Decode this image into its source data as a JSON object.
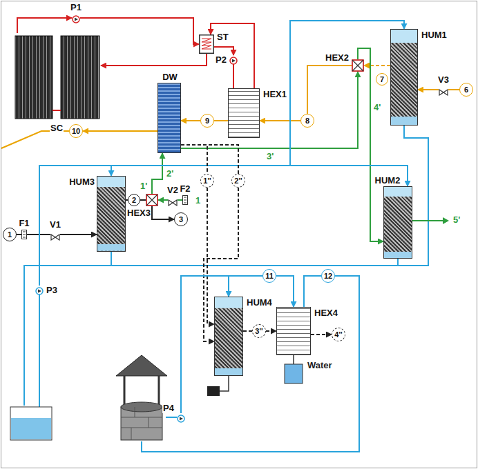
{
  "diagram": {
    "nodes": [
      {
        "text": [
          "P1"
        ]
      },
      {
        "text": [
          "SC"
        ]
      },
      {
        "text": [
          "ST"
        ]
      },
      {
        "text": [
          "P2"
        ]
      },
      {
        "text": [
          "HEX1"
        ]
      },
      {
        "text": [
          "HEX2"
        ]
      },
      {
        "text": [
          "7"
        ]
      },
      {
        "text": [
          "HUM1"
        ]
      },
      {
        "text": [
          "V3"
        ]
      },
      {
        "text": [
          "6"
        ]
      },
      {
        "text": [
          "9"
        ]
      },
      {
        "text": [
          "8"
        ]
      },
      {
        "text": [
          "DW"
        ]
      },
      {
        "text": [
          "10"
        ]
      },
      {
        "text": [
          "HUM3"
        ]
      },
      {
        "text": [
          "HUM2"
        ]
      },
      {
        "text": [
          "1"
        ]
      },
      {
        "text": [
          "F1"
        ]
      },
      {
        "text": [
          "V1"
        ]
      },
      {
        "text": [
          "2"
        ]
      },
      {
        "text": [
          "HEX3"
        ]
      },
      {
        "text": [
          "V2"
        ]
      },
      {
        "text": [
          "F2"
        ]
      },
      {
        "text": [
          "3"
        ]
      },
      {
        "text": [
          "P3"
        ]
      },
      {
        "text": [
          "1''"
        ]
      },
      {
        "text": [
          "2''"
        ]
      },
      {
        "text": [
          "HUM4"
        ]
      },
      {
        "text": [
          "11"
        ]
      },
      {
        "text": [
          "HEX4"
        ]
      },
      {
        "text": [
          "12"
        ]
      },
      {
        "text": [
          "3''"
        ]
      },
      {
        "text": [
          "4''"
        ]
      },
      {
        "text": [
          "P4"
        ]
      }
    ],
    "edges": [
      {
        "from": 1,
        "to": 0,
        "arrow": "to"
      },
      {
        "from": 0,
        "to": 2,
        "arrow": "to"
      },
      {
        "from": 2,
        "to": 3,
        "arrow": "to"
      },
      {
        "from": 3,
        "to": 4,
        "arrow": "none"
      },
      {
        "from": 4,
        "to": 2,
        "arrow": "to"
      },
      {
        "from": 2,
        "to": 1,
        "arrow": "to"
      },
      {
        "from": 9,
        "to": 8,
        "arrow": "none"
      },
      {
        "from": 8,
        "to": 7,
        "arrow": "to"
      },
      {
        "from": 7,
        "to": 5,
        "arrow": "to"
      },
      {
        "from": 5,
        "to": 11,
        "arrow": "none"
      },
      {
        "from": 11,
        "to": 4,
        "arrow": "to"
      },
      {
        "from": 4,
        "to": 10,
        "arrow": "none"
      },
      {
        "from": 10,
        "to": 12,
        "arrow": "to"
      },
      {
        "from": 12,
        "to": 13,
        "arrow": "to"
      },
      {
        "from": 16,
        "to": 17,
        "arrow": "none"
      },
      {
        "from": 17,
        "to": 18,
        "arrow": "none"
      },
      {
        "from": 18,
        "to": 14,
        "arrow": "to"
      },
      {
        "from": 14,
        "to": 19,
        "arrow": "none"
      },
      {
        "from": 19,
        "to": 20,
        "arrow": "none"
      },
      {
        "from": 20,
        "to": 23,
        "arrow": "to"
      },
      {
        "from": 22,
        "to": 21,
        "arrow": "none"
      },
      {
        "from": 21,
        "to": 20,
        "arrow": "to"
      },
      {
        "from": 20,
        "to": 12,
        "arrow": "to"
      },
      {
        "from": 12,
        "to": 5,
        "arrow": "to"
      },
      {
        "from": 5,
        "to": 15,
        "arrow": "to"
      },
      {
        "from": 24,
        "to": 14,
        "arrow": "to"
      },
      {
        "from": 24,
        "to": 15,
        "arrow": "to"
      },
      {
        "from": 24,
        "to": 7,
        "arrow": "to"
      },
      {
        "from": 12,
        "to": 25,
        "arrow": "none"
      },
      {
        "from": 12,
        "to": 26,
        "arrow": "none"
      },
      {
        "from": 25,
        "to": 27,
        "arrow": "to"
      },
      {
        "from": 26,
        "to": 27,
        "arrow": "to"
      },
      {
        "from": 27,
        "to": 31,
        "arrow": "none"
      },
      {
        "from": 31,
        "to": 29,
        "arrow": "to"
      },
      {
        "from": 29,
        "to": 32,
        "arrow": "to"
      },
      {
        "from": 33,
        "to": 27,
        "arrow": "to"
      },
      {
        "from": 28,
        "to": 29,
        "arrow": "to"
      },
      {
        "from": 29,
        "to": 30,
        "arrow": "none"
      }
    ],
    "labels": [
      "4'",
      "3'",
      "2'",
      "1'",
      "1",
      "5'",
      "Water"
    ]
  }
}
